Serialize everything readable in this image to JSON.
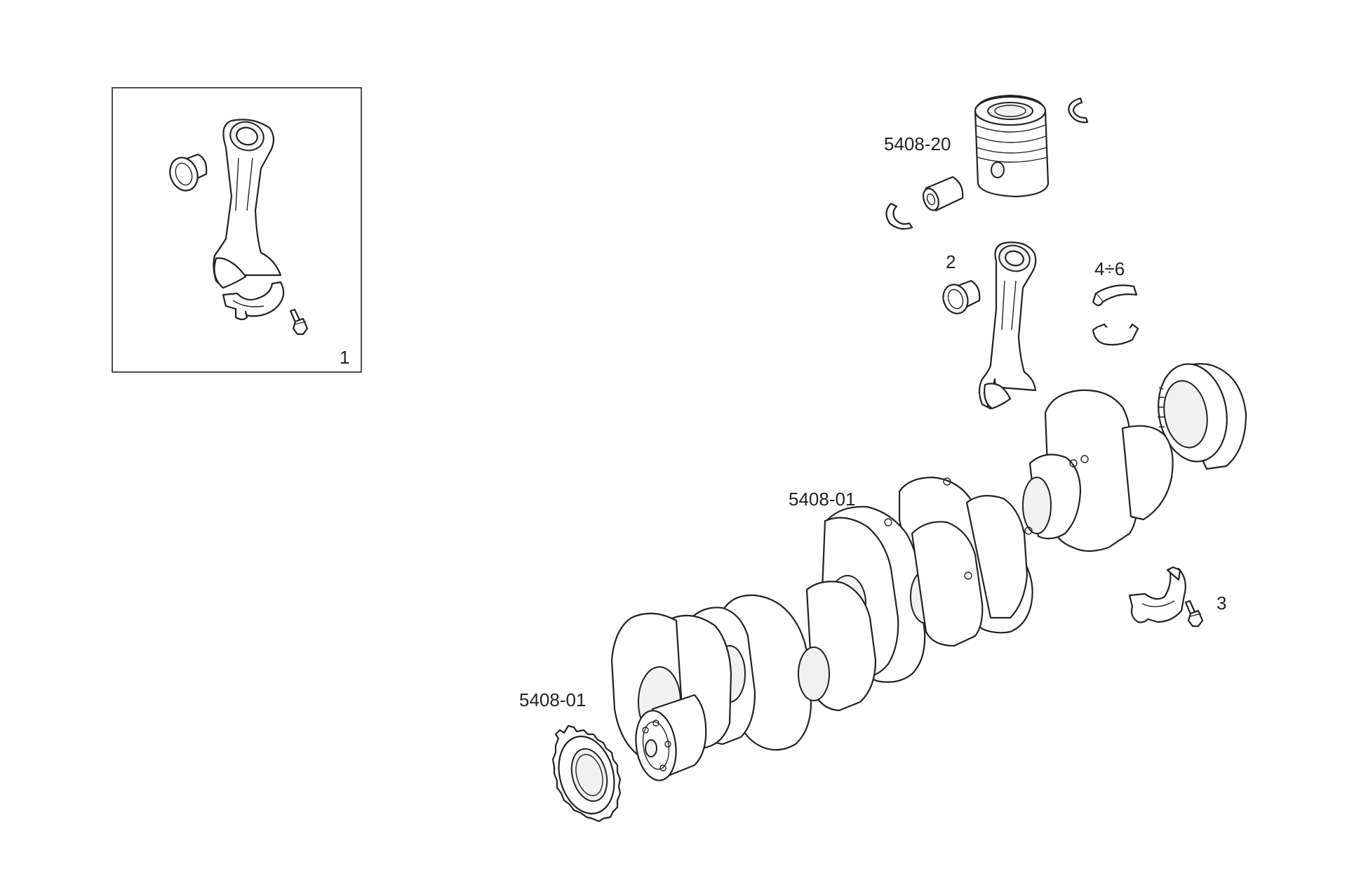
{
  "labels": {
    "inset_item": "1",
    "piston_group": "5408-20",
    "small_end_bushing": "2",
    "bearing_shells": "4÷6",
    "crankshaft": "5408-01",
    "bolt_item": "3",
    "timing_gear": "5408-01"
  }
}
